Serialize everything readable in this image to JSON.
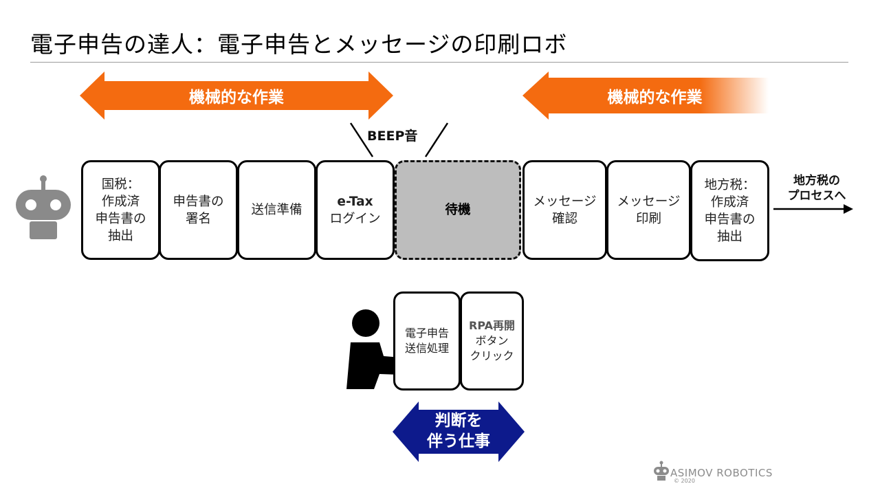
{
  "title": "電子申告の達人：電子申告とメッセージの印刷ロボ",
  "arrows": {
    "left_label": "機械的な作業",
    "right_label": "機械的な作業",
    "color": "#f46b10"
  },
  "beep_label": "BEEP音",
  "steps": [
    {
      "id": "kokuzei",
      "text": "国税：\n作成済\n申告書の\n抽出"
    },
    {
      "id": "sign",
      "text": "申告書の\n署名"
    },
    {
      "id": "prep",
      "text": "送信準備"
    },
    {
      "id": "etax",
      "line1": "e-Tax",
      "line2": "ログイン"
    },
    {
      "id": "wait",
      "text": "待機"
    },
    {
      "id": "msg-check",
      "text": "メッセージ\n確認"
    },
    {
      "id": "msg-print",
      "text": "メッセージ\n印刷"
    },
    {
      "id": "chihozei",
      "text": "地方税：\n作成済\n申告書の\n抽出"
    }
  ],
  "next_process": "地方税の\nプロセスへ",
  "human_steps": [
    {
      "id": "submit",
      "text": "電子申告\n送信処理"
    },
    {
      "id": "rpa-resume",
      "line1": "RPA再開",
      "line2": "ボタン\nクリック"
    }
  ],
  "judgment": {
    "label": "判断を\n伴う仕事",
    "color": "#0d1a8c"
  },
  "logo": {
    "name": "ASIMOV ROBOTICS",
    "copyright": "© 2020"
  },
  "colors": {
    "robot_gray": "#8a8a8a",
    "wait_fill": "#bdbdbd"
  }
}
